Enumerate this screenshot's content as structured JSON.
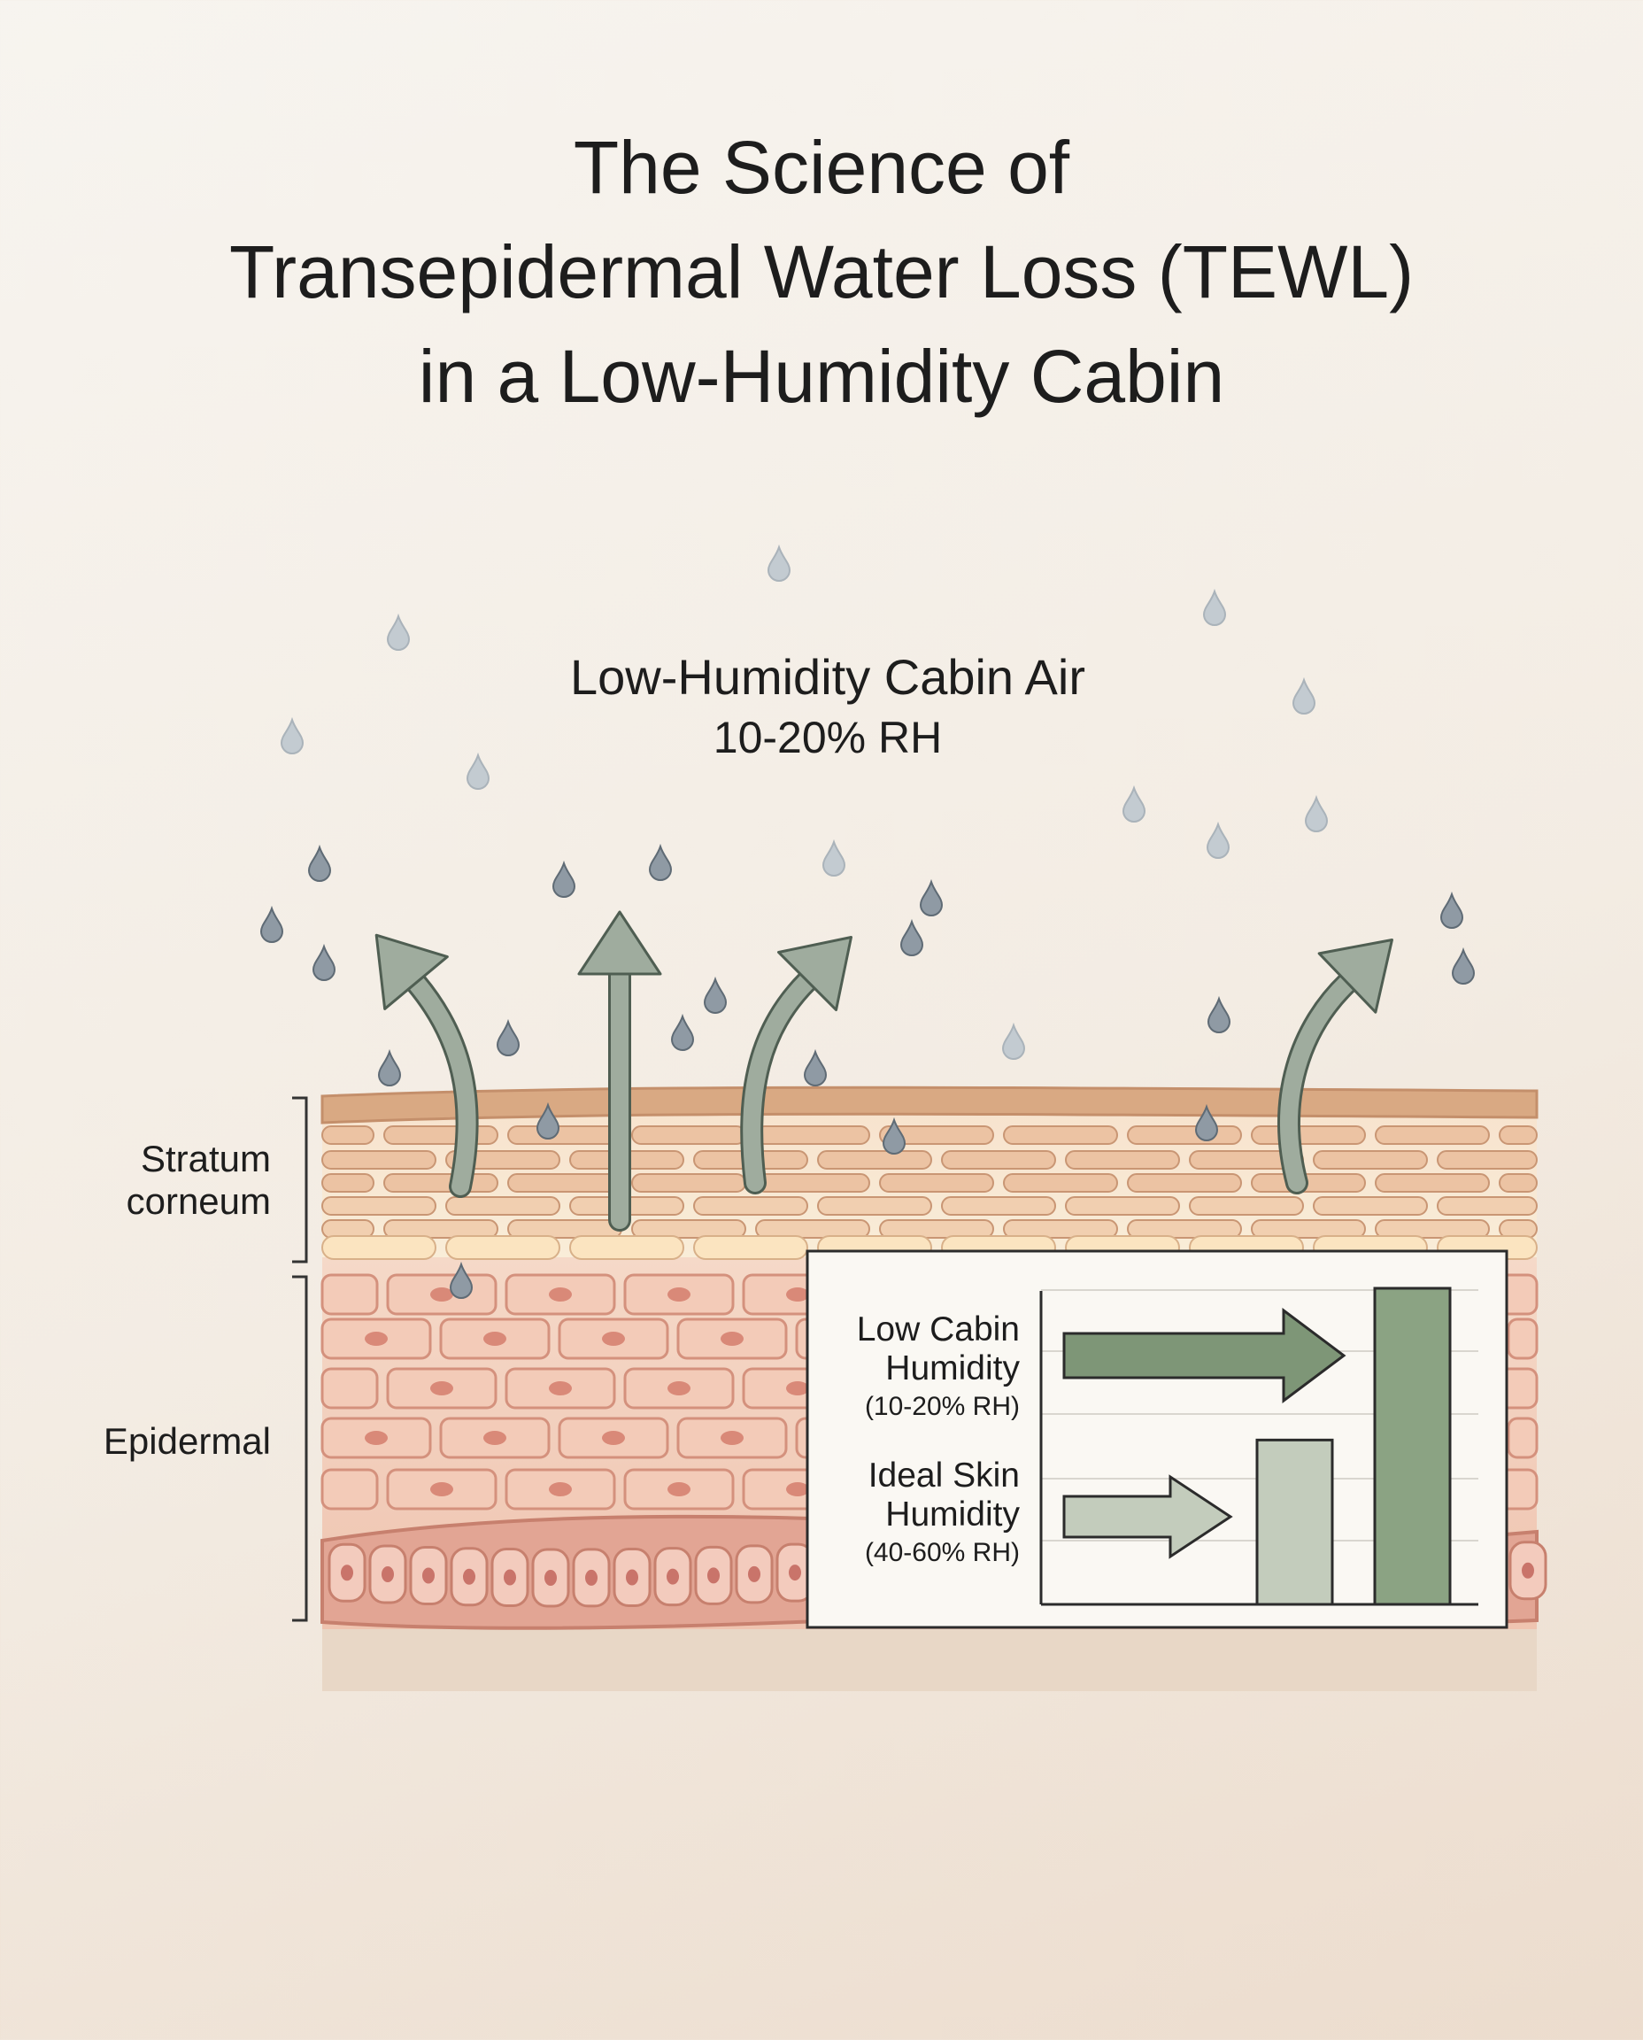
{
  "title": {
    "line1": "The Science of",
    "line2": "Transepidermal Water Loss (TEWL)",
    "line3": "in a Low-Humidity Cabin"
  },
  "air": {
    "label": "Low-Humidity Cabin Air",
    "rh": "10-20% RH"
  },
  "layers": {
    "stratum_line1": "Stratum",
    "stratum_line2": "corneum",
    "epidermal": "Epidermal"
  },
  "inset": {
    "low": {
      "line1": "Low Cabin",
      "line2": "Humidity",
      "sub": "(10-20% RH)"
    },
    "ideal": {
      "line1": "Ideal Skin",
      "line2": "Humidity",
      "sub": "(40-60% RH)"
    }
  },
  "chart_data": {
    "type": "bar",
    "categories": [
      "Ideal Skin Humidity",
      "Low Cabin Humidity"
    ],
    "values": [
      0.52,
      1.0
    ],
    "ylim": [
      0,
      1.0
    ],
    "grid": true,
    "colors": [
      "#c3ccbc",
      "#8ba383"
    ]
  },
  "colors": {
    "drop": "#8f9aa4",
    "arrow": "#9fac9e",
    "skin_top": "#d7a483",
    "cell": "#f1c7b4"
  }
}
